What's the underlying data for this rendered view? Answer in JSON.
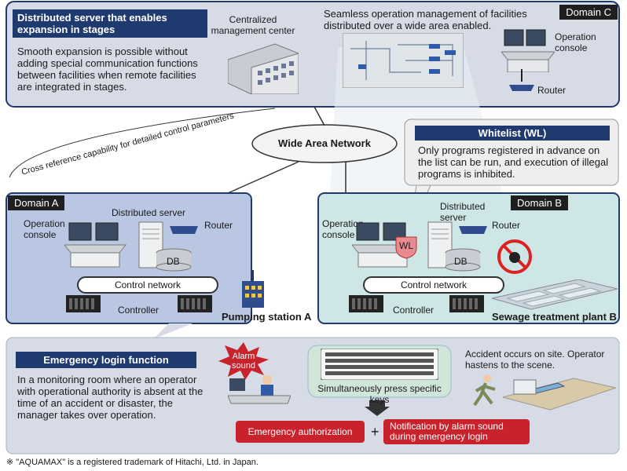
{
  "domain_c": {
    "tag": "Domain C",
    "feature_title": "Distributed server that enables expansion in stages",
    "feature_text": "Smooth expansion is possible without adding special communication functions between facilities when remote facilities are integrated in stages.",
    "center_label": "Centralized management center",
    "seamless_text": "Seamless operation management of facilities distributed over a wide area enabled.",
    "console_label": "Operation console",
    "router_label": "Router"
  },
  "wan": {
    "label": "Wide Area Network",
    "cross_ref": "Cross reference capability for detailed control parameters"
  },
  "whitelist": {
    "title": "Whitelist (WL)",
    "text": "Only programs registered in advance on the list can be run, and execution of illegal programs is inhibited.",
    "badge": "WL"
  },
  "domain_a": {
    "tag": "Domain A",
    "server_label": "Distributed server",
    "console_label": "Operation console",
    "router_label": "Router",
    "db_label": "DB",
    "network_label": "Control network",
    "controller_label": "Controller",
    "site_label": "Pumping station A"
  },
  "domain_b": {
    "tag": "Domain B",
    "server_label": "Distributed server",
    "console_label": "Operation console",
    "router_label": "Router",
    "db_label": "DB",
    "network_label": "Control network",
    "controller_label": "Controller",
    "site_label": "Sewage treatment plant B"
  },
  "emergency": {
    "title": "Emergency login function",
    "text": "In a monitoring room where an operator with operational authority is absent at the time of an accident or disaster, the manager takes over operation.",
    "alarm_label": "Alarm sound",
    "keys_label": "Simultaneously press specific keys",
    "accident_text": "Accident occurs on site. Operator hastens to the scene.",
    "auth_button": "Emergency authorization",
    "plus": "+",
    "notify_button": "Notification by alarm sound during emergency login"
  },
  "footnote": "※ \"AQUAMAX\" is a registered trademark of Hitachi, Ltd. in Japan."
}
